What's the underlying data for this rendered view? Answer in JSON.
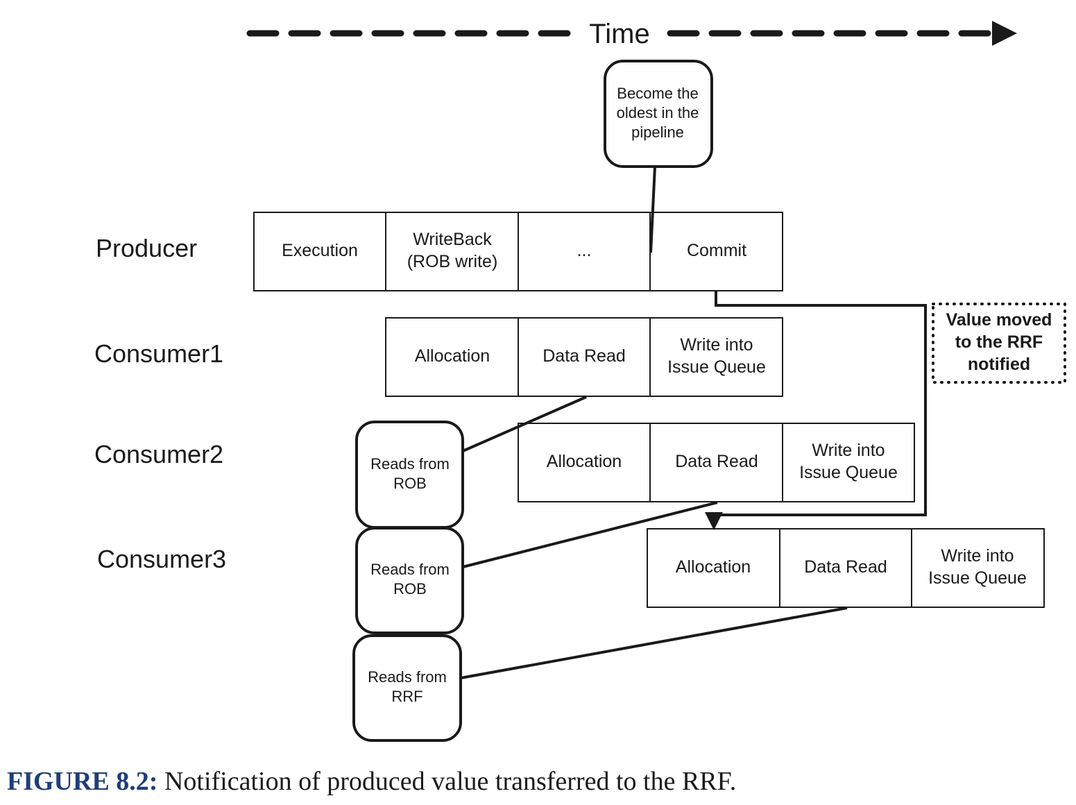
{
  "time_label": "Time",
  "rows": [
    {
      "label": "Producer",
      "cells": [
        "Execution",
        "WriteBack\n(ROB write)",
        "...",
        "Commit"
      ]
    },
    {
      "label": "Consumer1",
      "cells": [
        "Allocation",
        "Data Read",
        "Write into\nIssue Queue"
      ]
    },
    {
      "label": "Consumer2",
      "cells": [
        "Allocation",
        "Data Read",
        "Write into\nIssue Queue"
      ]
    },
    {
      "label": "Consumer3",
      "cells": [
        "Allocation",
        "Data Read",
        "Write into\nIssue Queue"
      ]
    }
  ],
  "notes": {
    "oldest": "Become the\noldest in the\npipeline",
    "reads_rob_1": "Reads from\nROB",
    "reads_rob_2": "Reads from\nROB",
    "reads_rrf": "Reads from\nRRF",
    "value_moved": "Value moved\nto the RRF\nnotified"
  },
  "caption": {
    "figure_label": "FIGURE 8.2:",
    "text": " Notification of produced value transferred to the RRF."
  }
}
